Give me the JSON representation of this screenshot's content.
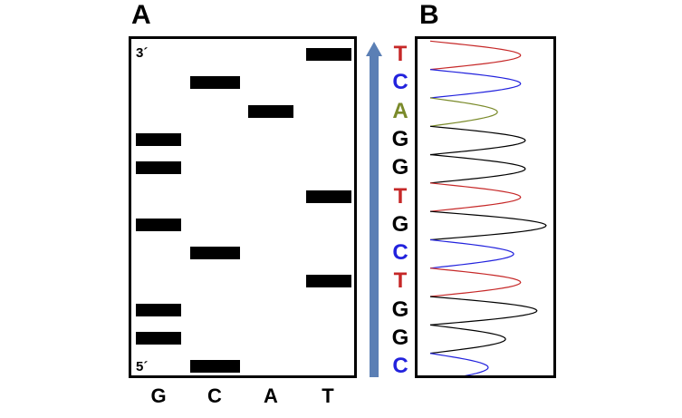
{
  "panels": {
    "a": "A",
    "b": "B"
  },
  "gel": {
    "top_label": "3´",
    "bottom_label": "5´",
    "lanes": [
      "G",
      "C",
      "A",
      "T"
    ],
    "bands_top_to_bottom": [
      "T",
      "C",
      "A",
      "G",
      "G",
      "T",
      "G",
      "C",
      "T",
      "G",
      "G",
      "C"
    ]
  },
  "sequence": {
    "direction": "5´ to 3´ (read bottom to top)",
    "bases_top_to_bottom": [
      "T",
      "C",
      "A",
      "G",
      "G",
      "T",
      "G",
      "C",
      "T",
      "G",
      "G",
      "C"
    ]
  },
  "colors": {
    "G": "#000000",
    "C": "#2222dd",
    "A": "#7a8a2a",
    "T": "#c62828",
    "arrow": "#5b7fb5",
    "band": "#000000"
  },
  "chromatogram": {
    "peak_heights_relative": [
      0.78,
      0.78,
      0.58,
      0.82,
      0.82,
      0.78,
      1.0,
      0.72,
      0.78,
      0.92,
      0.65,
      0.5
    ]
  }
}
